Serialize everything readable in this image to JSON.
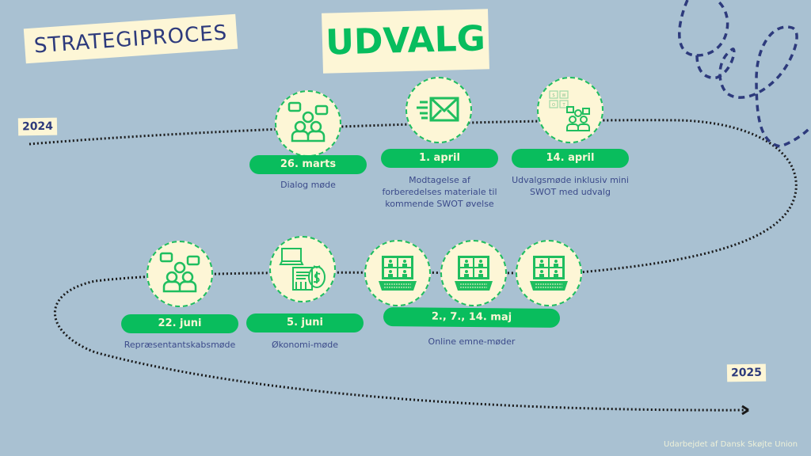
{
  "header": {
    "subtitle": "STRATEGIPROCES",
    "title": "UDVALG"
  },
  "years": {
    "start": "2024",
    "end": "2025"
  },
  "colors": {
    "background": "#a9c1d2",
    "accent_green": "#09bd5d",
    "cream": "#fdf6d6",
    "navy": "#2d3a7c"
  },
  "events_top": [
    {
      "date": "26. marts",
      "description": "Dialog møde",
      "icon": "dialog-meeting-icon"
    },
    {
      "date": "1. april",
      "description": "Modtagelse af forberedelses materiale til kommende SWOT øvelse",
      "icon": "envelope-icon"
    },
    {
      "date": "14. april",
      "description": "Udvalgsmøde inklusiv mini SWOT med udvalg",
      "icon": "swot-meeting-icon"
    }
  ],
  "events_bottom": [
    {
      "date": "22. juni",
      "description": "Repræsentantskabsmøde",
      "icon": "dialog-meeting-icon"
    },
    {
      "date": "5. juni",
      "description": "Økonomi-møde",
      "icon": "finance-icon"
    },
    {
      "date": "2., 7., 14. maj",
      "description": "Online emne-møder",
      "icon": "video-call-laptop-icon"
    }
  ],
  "swot_letters": [
    "S",
    "W",
    "O",
    "T"
  ],
  "footer": {
    "credit": "Udarbejdet af Dansk Skøjte Union"
  }
}
